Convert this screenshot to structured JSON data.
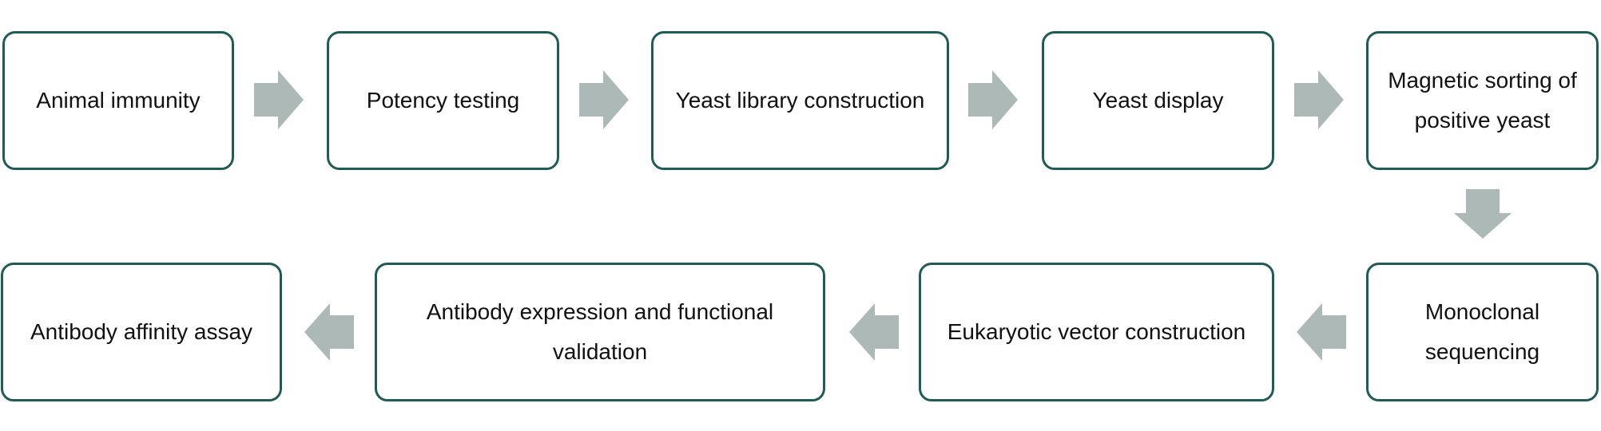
{
  "steps": [
    {
      "label": "Animal immunity"
    },
    {
      "label": "Potency testing"
    },
    {
      "label": "Yeast library construction"
    },
    {
      "label": "Yeast display"
    },
    {
      "label": "Magnetic sorting of positive yeast"
    },
    {
      "label": "Monoclonal sequencing"
    },
    {
      "label": "Eukaryotic vector construction"
    },
    {
      "label": "Antibody expression and functional validation"
    },
    {
      "label": "Antibody affinity assay"
    }
  ],
  "colors": {
    "box_border": "#1e5c56",
    "arrow_fill": "#adb9b6",
    "text": "#111111"
  }
}
